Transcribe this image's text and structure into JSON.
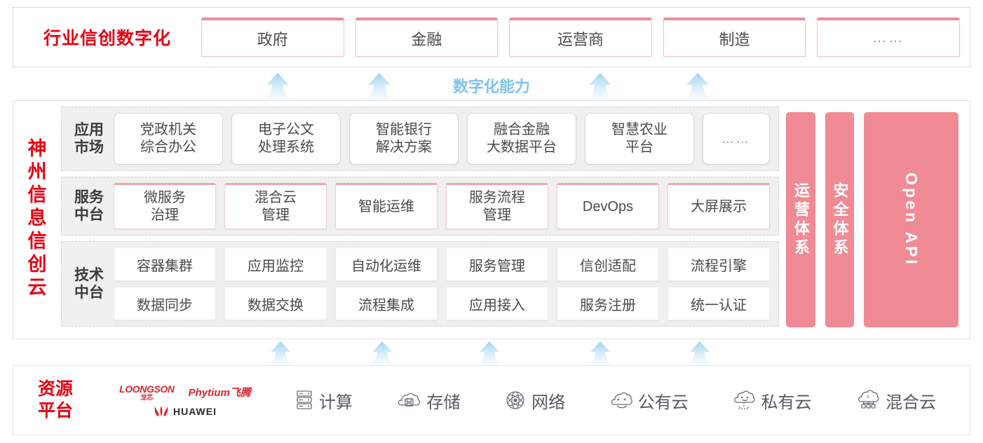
{
  "industry": {
    "title": "行业信创数字化",
    "cards": [
      "政府",
      "金融",
      "运营商",
      "制造",
      "……"
    ]
  },
  "capability_label": "数字化能力",
  "cloud": {
    "brand": "神州信息信创云",
    "layers": [
      {
        "label": "应用市场",
        "name": "application-market",
        "cards": [
          "党政机关\n综合办公",
          "电子公文\n处理系统",
          "智能银行\n解决方案",
          "融合金融\n大数据平台",
          "智慧农业\n平台",
          "……"
        ]
      },
      {
        "label": "服务中台",
        "name": "service-middle-platform",
        "cards": [
          "微服务\n治理",
          "混合云\n管理",
          "智能运维",
          "服务流程\n管理",
          "DevOps",
          "大屏展示"
        ]
      },
      {
        "label": "技术中台",
        "name": "technical-middle-platform",
        "cards": [
          "容器集群",
          "应用监控",
          "自动化运维",
          "服务管理",
          "信创适配",
          "流程引擎",
          "数据同步",
          "数据交换",
          "流程集成",
          "应用接入",
          "服务注册",
          "统一认证"
        ]
      }
    ],
    "pillars": [
      {
        "text": "运营体系",
        "type": "cn"
      },
      {
        "text": "安全体系",
        "type": "cn"
      },
      {
        "text": "Open API",
        "type": "en"
      }
    ]
  },
  "resource": {
    "title": "资源平台",
    "vendors": [
      {
        "en": "LOONGSON",
        "cn": "龙芯"
      },
      {
        "en": "Phytium飞腾"
      },
      {
        "en": "HUAWEI"
      }
    ],
    "items": [
      {
        "label": "计算",
        "icon": "server-icon"
      },
      {
        "label": "存储",
        "icon": "cloud-storage-icon"
      },
      {
        "label": "网络",
        "icon": "network-icon"
      },
      {
        "label": "公有云",
        "icon": "public-cloud-icon"
      },
      {
        "label": "私有云",
        "icon": "private-cloud-icon"
      },
      {
        "label": "混合云",
        "icon": "hybrid-cloud-icon"
      }
    ]
  },
  "colors": {
    "brand_red": "#e60012",
    "pillar_pink": "#f08b95",
    "card_pink_border": "#ef8a96",
    "arrow_blue": "#7ec4ee"
  },
  "arrows": {
    "top_count": 4,
    "bottom_count": 5
  }
}
